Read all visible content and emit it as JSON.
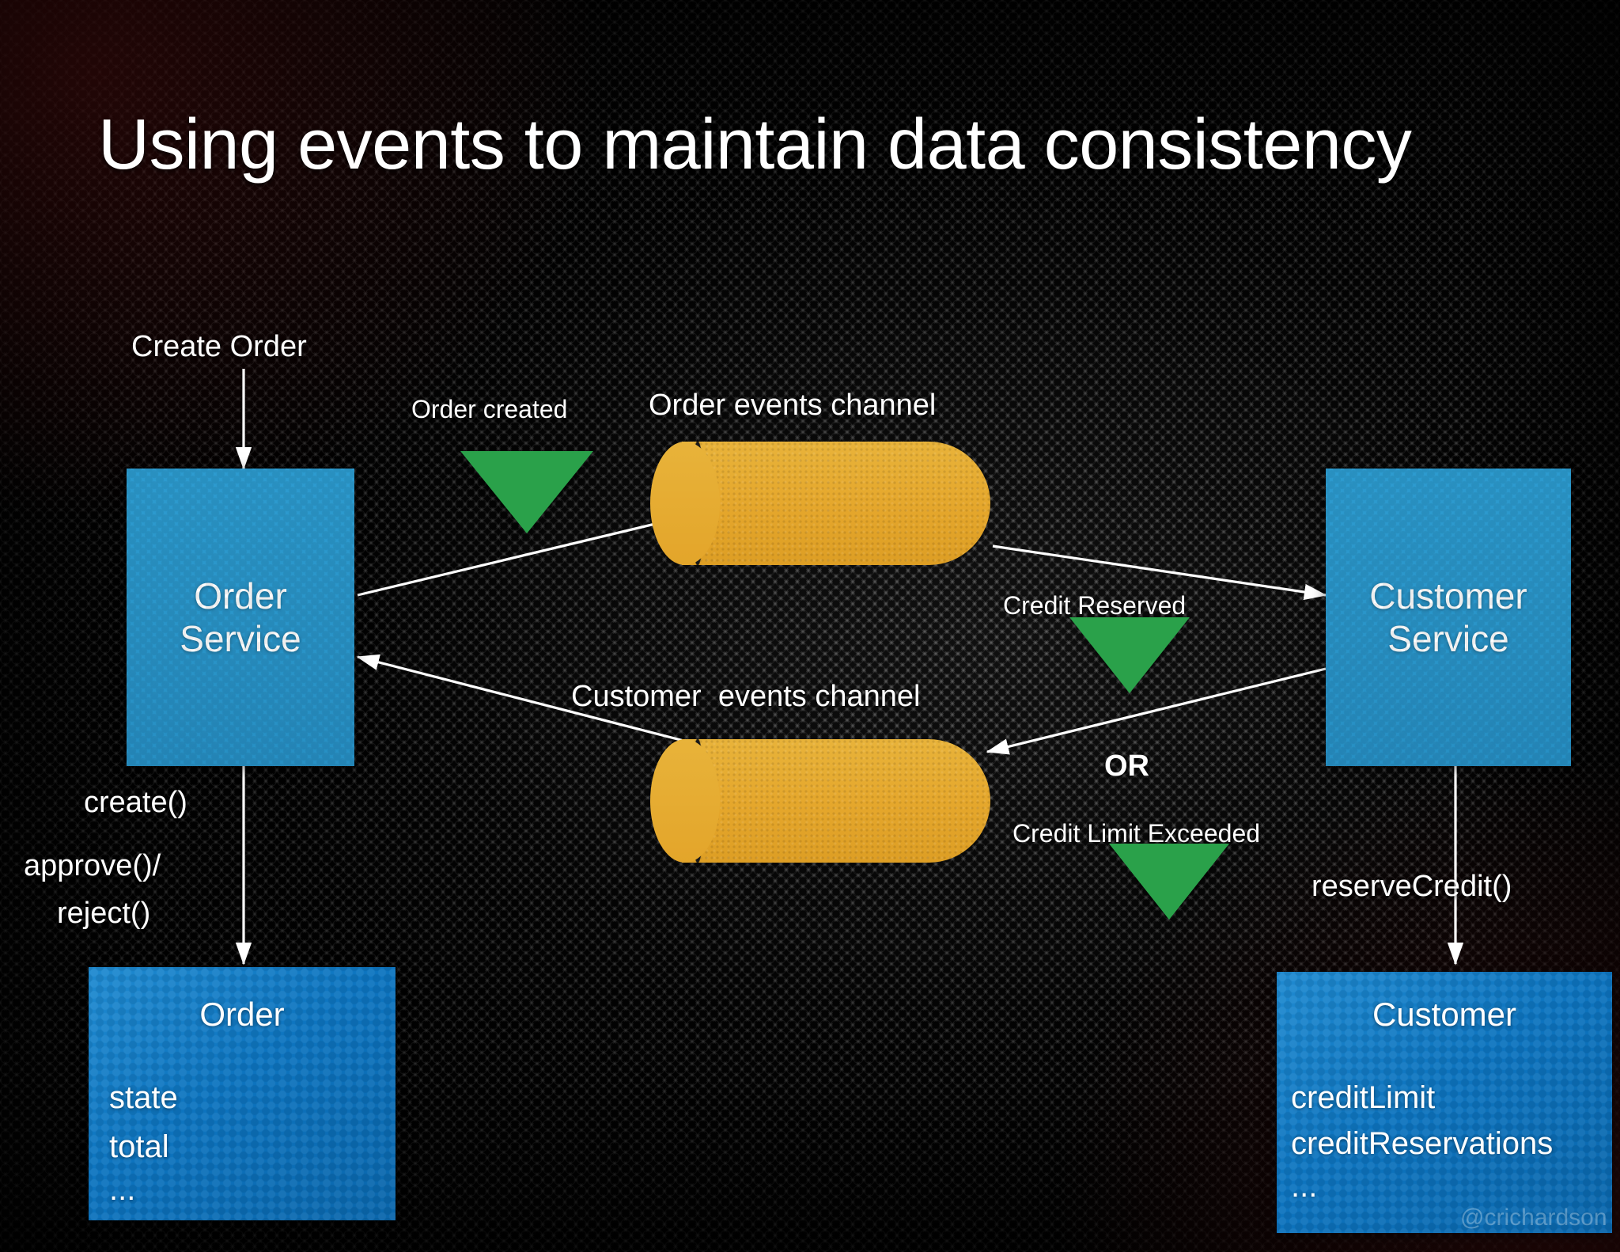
{
  "slide": {
    "title": "Using events to maintain data consistency",
    "watermark": "@crichardson"
  },
  "labels": {
    "create_order": "Create Order",
    "order_created": "Order created",
    "order_events_channel": "Order events channel",
    "customer_events_channel": "Customer  events channel",
    "credit_reserved": "Credit Reserved",
    "credit_limit_exceeded": "Credit Limit Exceeded",
    "or": "OR",
    "create_method": "create()",
    "approve_method": "approve()/",
    "reject_method": "reject()",
    "reserve_credit_method": "reserveCredit()"
  },
  "services": [
    {
      "id": "order-service",
      "line1": "Order",
      "line2": "Service"
    },
    {
      "id": "customer-service",
      "line1": "Customer",
      "line2": "Service"
    }
  ],
  "entities": [
    {
      "id": "order-entity",
      "title": "Order",
      "attributes": [
        "state",
        "total",
        "..."
      ]
    },
    {
      "id": "customer-entity",
      "title": "Customer",
      "attributes": [
        "creditLimit",
        "creditReservations",
        "..."
      ]
    }
  ],
  "channels": [
    {
      "id": "order-events-channel",
      "label": "Order events channel"
    },
    {
      "id": "customer-events-channel",
      "label": "Customer  events channel"
    }
  ],
  "events": [
    {
      "id": "order-created-event",
      "label": "Order created"
    },
    {
      "id": "credit-reserved-event",
      "label": "Credit Reserved"
    },
    {
      "id": "credit-limit-exceeded-event",
      "label": "Credit Limit Exceeded"
    }
  ],
  "colors": {
    "service_blue": "#2EA0D6",
    "entity_blue": "#0D74BF",
    "channel_orange": "#E5A72C",
    "event_green": "#2AA14A",
    "text": "#FFFFFF",
    "background": "#1A1A1A"
  }
}
